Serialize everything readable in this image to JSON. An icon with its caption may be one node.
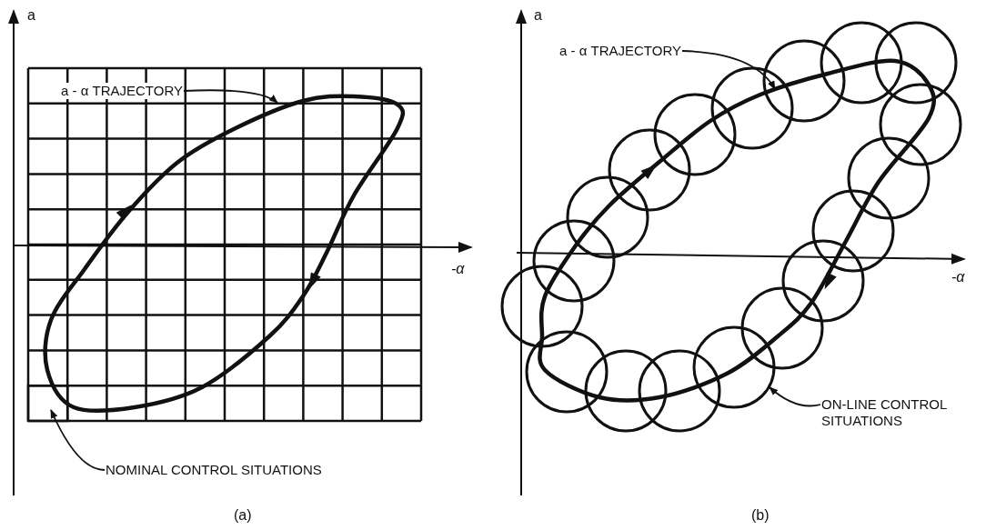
{
  "diagram": {
    "nodes": [
      {
        "text": [
          "a - α TRAJECTORY"
        ]
      },
      {
        "text": [],
        "shape": "curve"
      },
      {
        "text": [
          "NOMINAL CONTROL SITUATIONS"
        ]
      },
      {
        "text": [],
        "shape": "box"
      },
      {
        "text": [
          "a - α TRAJECTORY"
        ]
      },
      {
        "text": [],
        "shape": "curve"
      },
      {
        "text": [
          "ON-LINE CONTROL SITUATIONS"
        ]
      },
      {
        "text": [],
        "shape": "circle"
      }
    ],
    "edges": [
      {
        "from": 0,
        "to": 1,
        "arrow": "to"
      },
      {
        "from": 2,
        "to": 3,
        "arrow": "to"
      },
      {
        "from": 4,
        "to": 5,
        "arrow": "to"
      },
      {
        "from": 6,
        "to": 7,
        "arrow": "to"
      }
    ],
    "labels": [
      "a",
      "-α",
      "(a)",
      "a",
      "-α",
      "(b)"
    ]
  }
}
